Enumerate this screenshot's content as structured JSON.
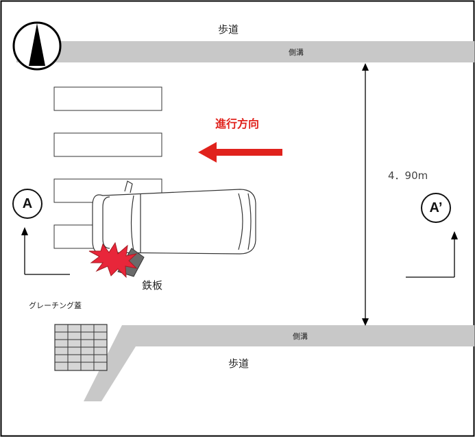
{
  "labels": {
    "sidewalk_top": "歩道",
    "ditch_top": "側溝",
    "direction": "進行方向",
    "width": "4．90m",
    "section_a": "A",
    "section_a_prime": "A’",
    "iron_plate": "鉄板",
    "grating": "グレーチング蓋",
    "ditch_bottom": "側溝",
    "sidewalk_bottom": "歩道"
  },
  "colors": {
    "ditch": "#c8c8c8",
    "arrow": "#e0221c",
    "impact": "#e8263a",
    "plate": "#6a6a6a"
  },
  "icons": {
    "north": "north-arrow-icon",
    "impact": "collision-burst-icon"
  }
}
